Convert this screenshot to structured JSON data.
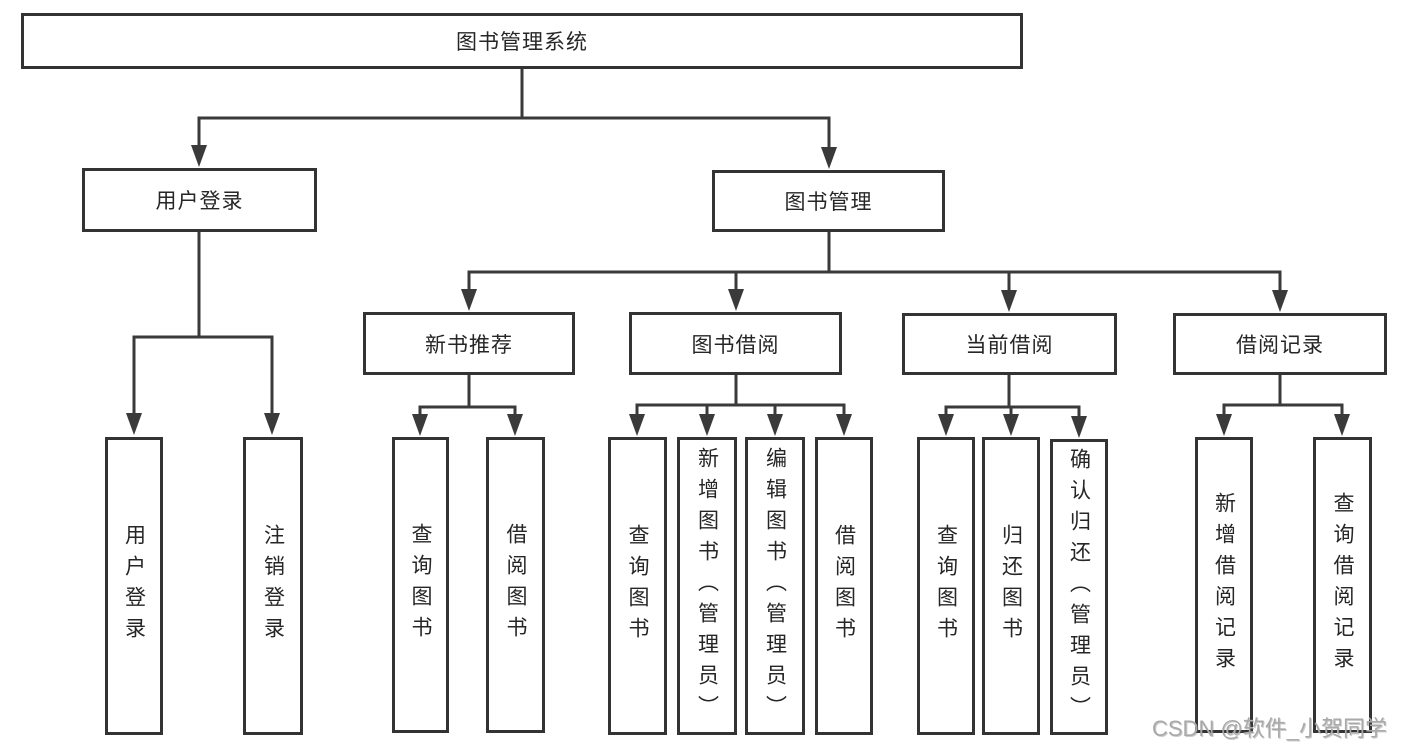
{
  "diagram": {
    "type": "hierarchy-tree",
    "title": "图书管理系统",
    "nodes": {
      "root": "图书管理系统",
      "user_login": "用户登录",
      "book_mgmt": "图书管理",
      "new_book_rec": "新书推荐",
      "book_borrow": "图书借阅",
      "current_borrow": "当前借阅",
      "borrow_record": "借阅记录",
      "leaf_login": "用户登录",
      "leaf_logout": "注销登录",
      "leaf_rec_query": "查询图书",
      "leaf_rec_borrow": "借阅图书",
      "leaf_bb_query": "查询图书",
      "leaf_bb_add": "新增图书（管理员）",
      "leaf_bb_edit": "编辑图书（管理员）",
      "leaf_bb_borrow": "借阅图书",
      "leaf_cb_query": "查询图书",
      "leaf_cb_return": "归还图书",
      "leaf_cb_confirm": "确认归还（管理员）",
      "leaf_br_add": "新增借阅记录",
      "leaf_br_query": "查询借阅记录"
    },
    "edges": [
      [
        "图书管理系统",
        "用户登录"
      ],
      [
        "图书管理系统",
        "图书管理"
      ],
      [
        "用户登录",
        "用户登录(叶)"
      ],
      [
        "用户登录",
        "注销登录"
      ],
      [
        "图书管理",
        "新书推荐"
      ],
      [
        "图书管理",
        "图书借阅"
      ],
      [
        "图书管理",
        "当前借阅"
      ],
      [
        "图书管理",
        "借阅记录"
      ],
      [
        "新书推荐",
        "查询图书"
      ],
      [
        "新书推荐",
        "借阅图书"
      ],
      [
        "图书借阅",
        "查询图书"
      ],
      [
        "图书借阅",
        "新增图书（管理员）"
      ],
      [
        "图书借阅",
        "编辑图书（管理员）"
      ],
      [
        "图书借阅",
        "借阅图书"
      ],
      [
        "当前借阅",
        "查询图书"
      ],
      [
        "当前借阅",
        "归还图书"
      ],
      [
        "当前借阅",
        "确认归还（管理员）"
      ],
      [
        "借阅记录",
        "新增借阅记录"
      ],
      [
        "借阅记录",
        "查询借阅记录"
      ]
    ],
    "colors": {
      "background": "#ffffff",
      "line": "#3a3a3a",
      "box_border": "#333333",
      "text": "#262626",
      "watermark": "#a9a9a9"
    }
  },
  "watermark": "CSDN @软件_小贺同学"
}
